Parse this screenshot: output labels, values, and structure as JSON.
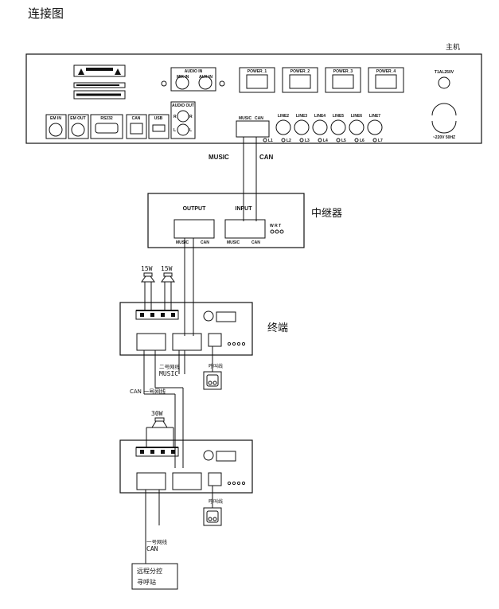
{
  "title": "连接图",
  "host": {
    "label": "主机",
    "audio_in": {
      "title": "AUDIO IN",
      "mix_in": "MIX IN",
      "aux_in": "AUX IN"
    },
    "audio_out": {
      "title": "AUDIO OUT",
      "r": "R",
      "l": "L"
    },
    "ports": {
      "em_in": "EM IN",
      "em_out": "EM OUT",
      "rs232": "RS232",
      "can": "CAN",
      "usb": "USB"
    },
    "powers": [
      "POWER_1",
      "POWER_2",
      "POWER_3",
      "POWER_4"
    ],
    "music_can_port": {
      "music": "MUSIC",
      "can": "CAN"
    },
    "lines": [
      "LINE2",
      "LINE3",
      "LINE4",
      "LINE5",
      "LINE6",
      "LINE7"
    ],
    "leds": [
      "L1",
      "L2",
      "L3",
      "L4",
      "L5",
      "L6",
      "L7"
    ],
    "fuse": "T1AL250V",
    "ac": "~220V 50HZ"
  },
  "cable_host_repeater": {
    "music": "MUSIC",
    "can": "CAN"
  },
  "repeater": {
    "label": "中继器",
    "output": "OUTPUT",
    "input": "INPUT",
    "output_ports": {
      "music": "MUSIC",
      "can": "CAN"
    },
    "input_ports": {
      "music": "MUSIC",
      "can": "CAN"
    },
    "leds": "W R T"
  },
  "speakers_top": [
    "15W",
    "15W"
  ],
  "terminal": {
    "label": "终端"
  },
  "cable_labels": {
    "line2_music": "二号网线",
    "music": "MUSIC",
    "can_line1": "CAN 一号网线",
    "mic_line": "呼叫线"
  },
  "speaker_bottom": "30W",
  "bottom_cable": {
    "line1": "一号网线",
    "can": "CAN"
  },
  "remote": {
    "line1": "远程分控",
    "line2": "寻呼站"
  }
}
